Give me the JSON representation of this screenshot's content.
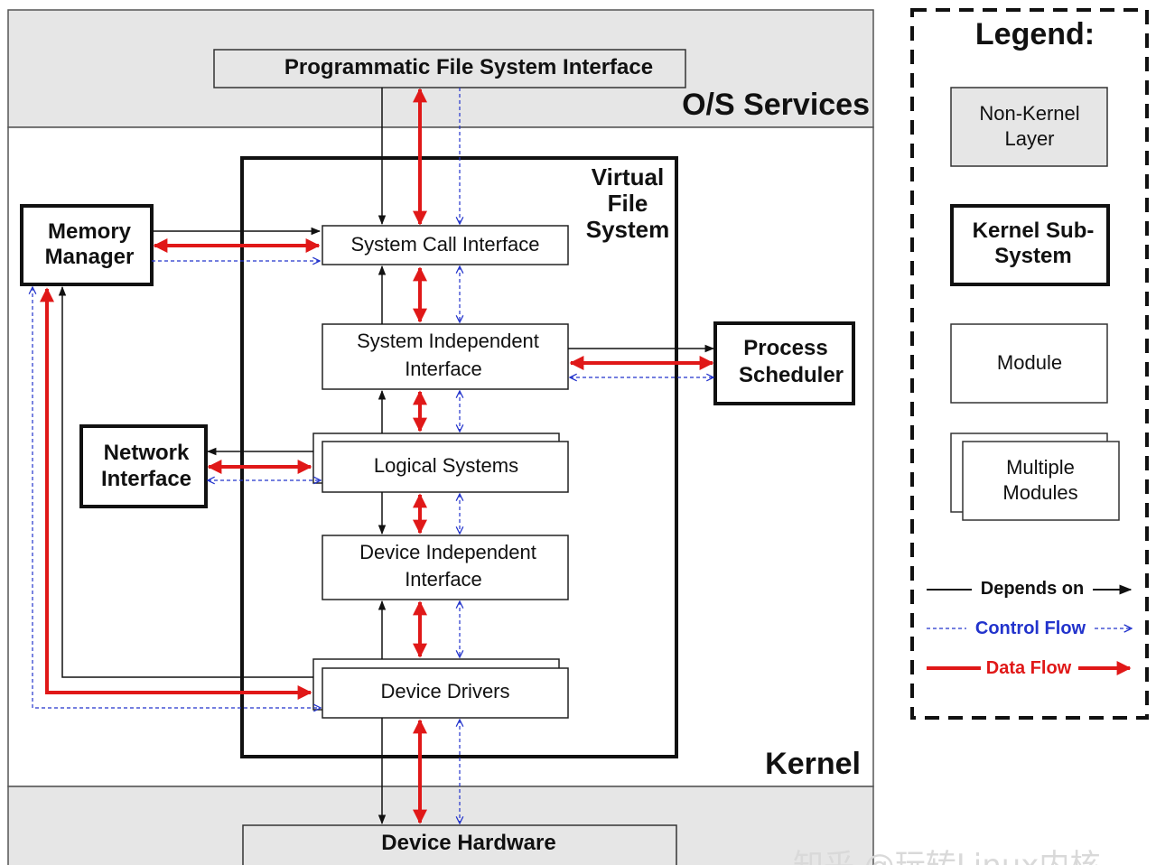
{
  "layers": {
    "top_interface": "Programmatic File System Interface",
    "os_services": "O/S Services",
    "kernel": "Kernel",
    "hardware": "Device Hardware"
  },
  "vfs": {
    "title_line1": "Virtual",
    "title_line2": "File",
    "title_line3": "System",
    "system_call_interface": "System Call Interface",
    "system_independent_1": "System Independent",
    "system_independent_2": "Interface",
    "logical_systems": "Logical Systems",
    "device_independent_1": "Device Independent",
    "device_independent_2": "Interface",
    "device_drivers": "Device Drivers"
  },
  "subsystems": {
    "memory_manager_1": "Memory",
    "memory_manager_2": "Manager",
    "network_interface_1": "Network",
    "network_interface_2": "Interface",
    "process_scheduler_1": "Process",
    "process_scheduler_2": "Scheduler"
  },
  "legend": {
    "title": "Legend:",
    "non_kernel_1": "Non-Kernel",
    "non_kernel_2": "Layer",
    "kernel_sub_1": "Kernel Sub-",
    "kernel_sub_2": "System",
    "module": "Module",
    "multiple_1": "Multiple",
    "multiple_2": "Modules",
    "depends_on": "Depends on",
    "control_flow": "Control Flow",
    "data_flow": "Data Flow"
  },
  "watermark": "知乎 @玩转Linux内核",
  "colors": {
    "layer_fill": "#e6e6e6",
    "depends_on": "#111111",
    "control_flow": "#2233cc",
    "data_flow": "#e01818"
  }
}
